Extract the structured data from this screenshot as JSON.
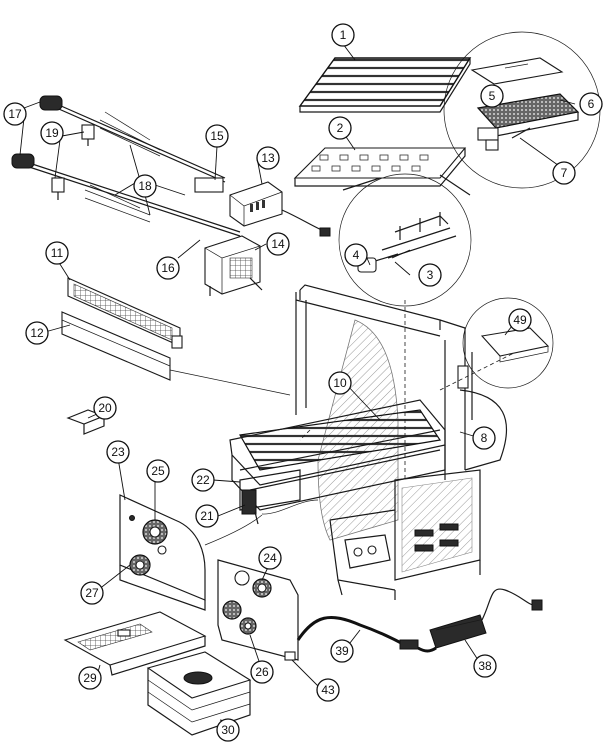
{
  "callouts": [
    {
      "id": "c1",
      "label": "1"
    },
    {
      "id": "c2",
      "label": "2"
    },
    {
      "id": "c3",
      "label": "3"
    },
    {
      "id": "c4",
      "label": "4"
    },
    {
      "id": "c5",
      "label": "5"
    },
    {
      "id": "c6",
      "label": "6"
    },
    {
      "id": "c7",
      "label": "7"
    },
    {
      "id": "c8",
      "label": "8"
    },
    {
      "id": "c10",
      "label": "10"
    },
    {
      "id": "c11",
      "label": "11"
    },
    {
      "id": "c12",
      "label": "12"
    },
    {
      "id": "c13",
      "label": "13"
    },
    {
      "id": "c14",
      "label": "14"
    },
    {
      "id": "c15",
      "label": "15"
    },
    {
      "id": "c16",
      "label": "16"
    },
    {
      "id": "c17",
      "label": "17"
    },
    {
      "id": "c18",
      "label": "18"
    },
    {
      "id": "c19",
      "label": "19"
    },
    {
      "id": "c20",
      "label": "20"
    },
    {
      "id": "c21",
      "label": "21"
    },
    {
      "id": "c22",
      "label": "22"
    },
    {
      "id": "c23",
      "label": "23"
    },
    {
      "id": "c24",
      "label": "24"
    },
    {
      "id": "c25",
      "label": "25"
    },
    {
      "id": "c26",
      "label": "26"
    },
    {
      "id": "c27",
      "label": "27"
    },
    {
      "id": "c29",
      "label": "29"
    },
    {
      "id": "c30",
      "label": "30"
    },
    {
      "id": "c38",
      "label": "38"
    },
    {
      "id": "c39",
      "label": "39"
    },
    {
      "id": "c43",
      "label": "43"
    },
    {
      "id": "c49",
      "label": "49"
    }
  ]
}
